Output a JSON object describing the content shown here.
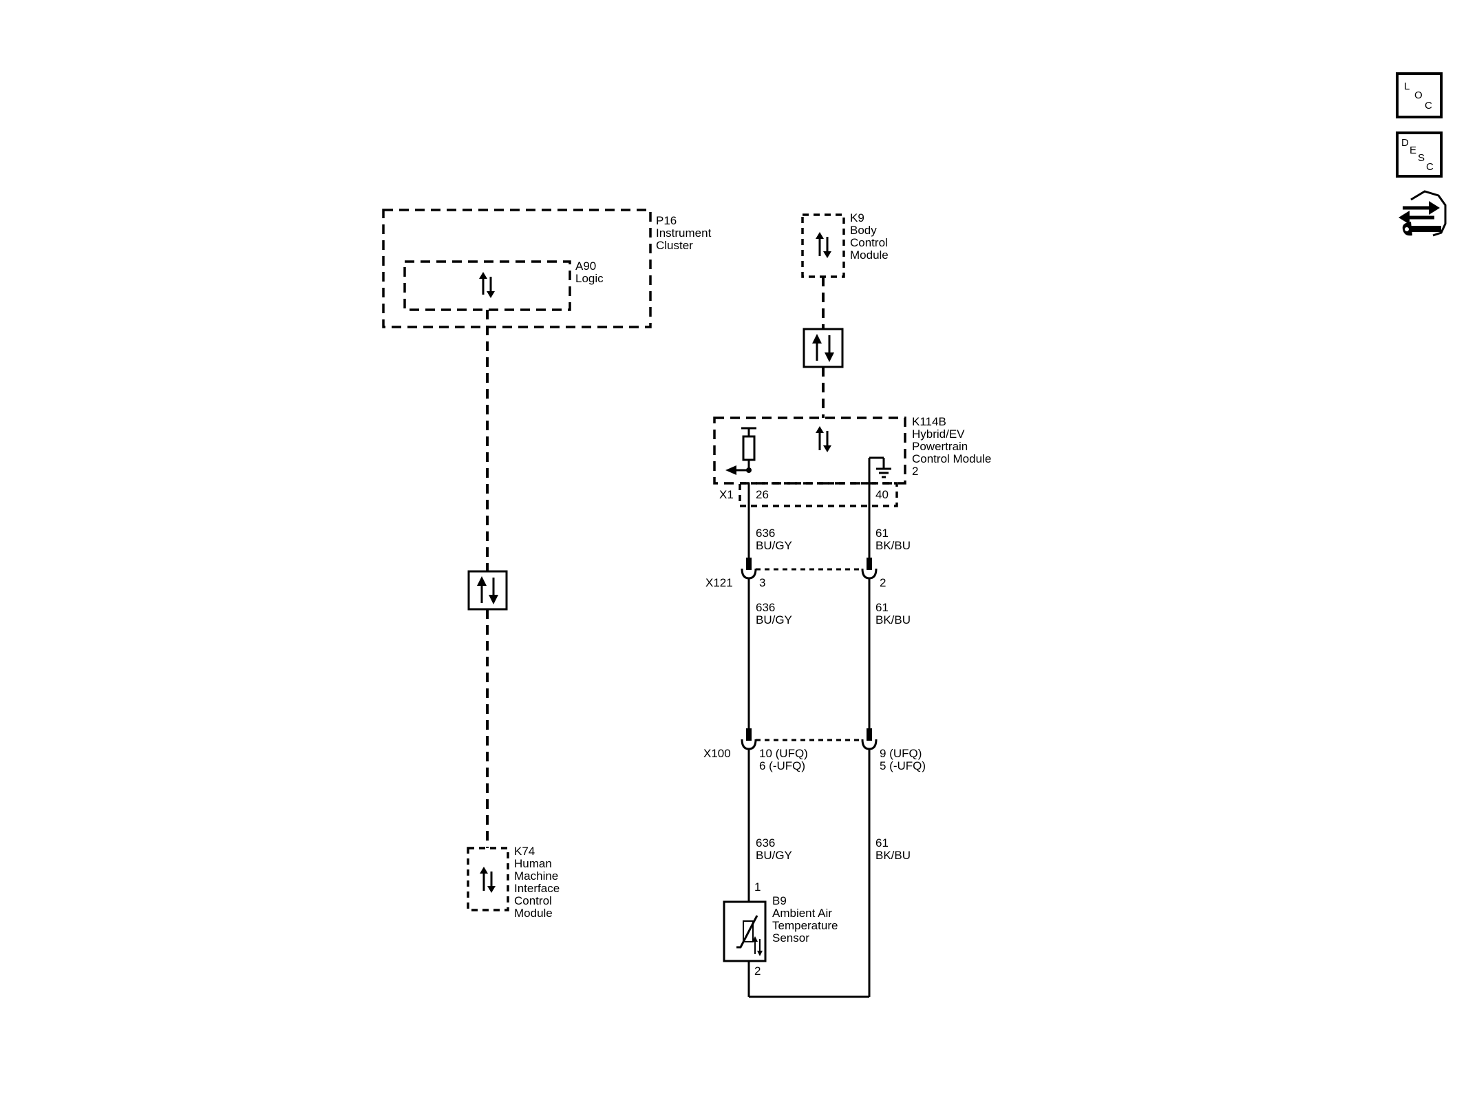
{
  "components": {
    "p16": {
      "id": "P16",
      "lines": [
        "Instrument",
        "Cluster"
      ]
    },
    "a90": {
      "id": "A90",
      "lines": [
        "Logic"
      ]
    },
    "k9": {
      "id": "K9",
      "lines": [
        "Body",
        "Control",
        "Module"
      ]
    },
    "k114b": {
      "id": "K114B",
      "lines": [
        "Hybrid/EV",
        "Powertrain",
        "Control Module",
        "2"
      ]
    },
    "k74": {
      "id": "K74",
      "lines": [
        "Human",
        "Machine",
        "Interface",
        "Control",
        "Module"
      ]
    },
    "b9": {
      "id": "B9",
      "lines": [
        "Ambient Air",
        "Temperature",
        "Sensor"
      ]
    }
  },
  "connectors": {
    "x1": {
      "label": "X1",
      "pins": [
        "26",
        "40"
      ]
    },
    "x121": {
      "label": "X121",
      "pins": [
        "3",
        "2"
      ]
    },
    "x100": {
      "label": "X100",
      "pins_left": [
        "10 (UFQ)",
        "6 (-UFQ)"
      ],
      "pins_right": [
        "9 (UFQ)",
        "5 (-UFQ)"
      ]
    }
  },
  "wires": {
    "signal": {
      "circuit": "636",
      "color": "BU/GY"
    },
    "ground": {
      "circuit": "61",
      "color": "BK/BU"
    }
  },
  "sensor_pins": [
    "1",
    "2"
  ],
  "side_icons": {
    "loc": {
      "letters": [
        "L",
        "O",
        "C"
      ],
      "icon": "location-icon"
    },
    "desc": {
      "letters": [
        "D",
        "E",
        "S",
        "C"
      ],
      "icon": "description-icon"
    },
    "nav": {
      "icon": "arrow-wrench-icon"
    }
  }
}
